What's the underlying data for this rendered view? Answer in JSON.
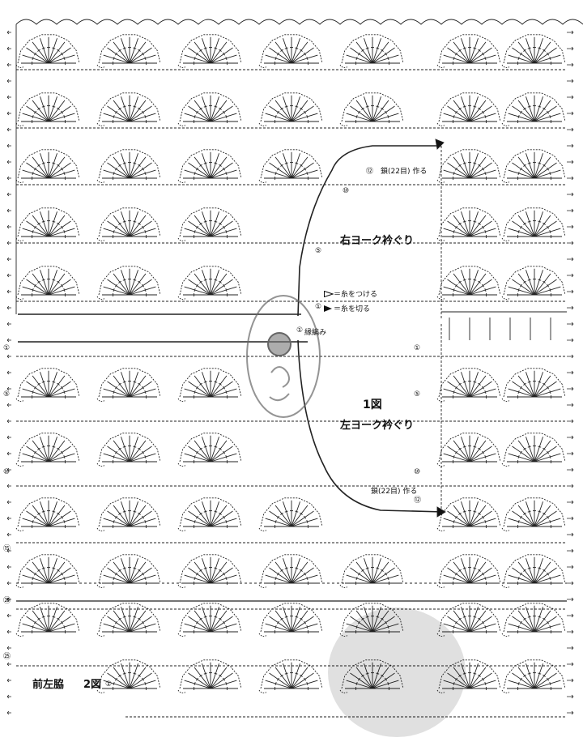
{
  "diagram": {
    "upper_section_title": "右ヨーク衿ぐり",
    "lower_section_title": "左ヨーク衿ぐり",
    "figure_1_label": "1図",
    "figure_2_label": "2図",
    "front_side_label": "前左脇",
    "chain_upper": "鎖(22目) 作る",
    "chain_lower": "鎖(22目) 作る",
    "edge_label": "縁編み",
    "legend_attach": "＝糸をつける",
    "legend_cut": "＝糸を切る",
    "row_marks": {
      "r12_top": "⑫",
      "r10_top": "⑩",
      "r5_top": "⑤",
      "r1_top": "①",
      "r1_start": "①",
      "r1_left_lower": "①",
      "r5_left_lower": "⑤",
      "r10_left_lower": "⑩",
      "r15_left_lower": "⑮",
      "r20_left_lower": "⑳",
      "r25_left_lower": "㉕",
      "r1_right_lower": "①",
      "r5_right_lower": "⑤",
      "r10_right_lower": "⑩",
      "r12_right_lower": "⑫",
      "r1_fig2": "①"
    }
  }
}
